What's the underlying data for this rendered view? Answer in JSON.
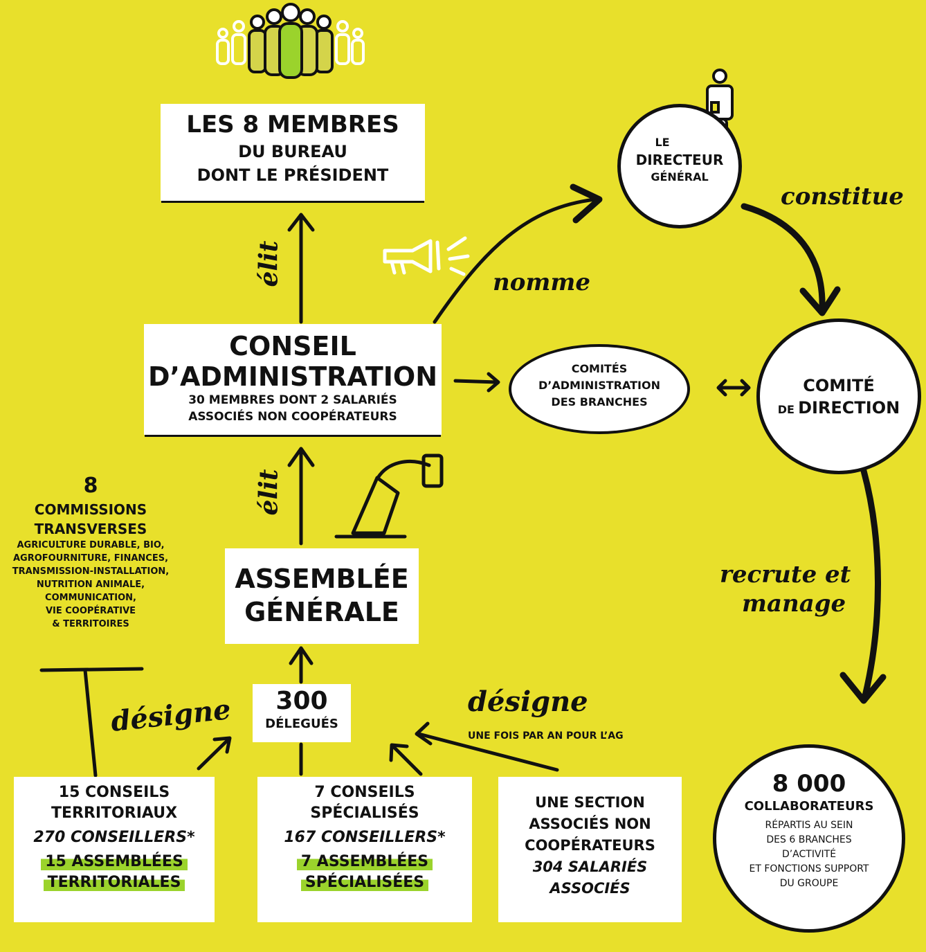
{
  "bureau": {
    "line1": "LES 8 MEMBRES",
    "line2": "DU BUREAU",
    "line3": "DONT LE PRÉSIDENT"
  },
  "ca": {
    "title1": "CONSEIL",
    "title2": "D’ADMINISTRATION",
    "sub1": "30 MEMBRES DONT 2 SALARIÉS",
    "sub2": "ASSOCIÉS NON COOPÉRATEURS"
  },
  "ag": {
    "line1": "ASSEMBLÉE",
    "line2": "GÉNÉRALE"
  },
  "delegues": {
    "count": "300",
    "label": "DÉLEGUÉS"
  },
  "commissions": {
    "count": "8",
    "title1": "COMMISSIONS",
    "title2": "TRANSVERSES",
    "items": [
      "AGRICULTURE DURABLE, BIO,",
      "AGROFOURNITURE, FINANCES,",
      "TRANSMISSION-INSTALLATION,",
      "NUTRITION ANIMALE,",
      "COMMUNICATION,",
      "VIE COOPÉRATIVE",
      "& TERRITOIRES"
    ]
  },
  "territoriaux": {
    "line1": "15 CONSEILS",
    "line2": "TERRITORIAUX",
    "conseillers": "270 CONSEILLERS*",
    "hl1": "15 ASSEMBLÉES",
    "hl2": "TERRITORIALES"
  },
  "specialises": {
    "line1": "7 CONSEILS",
    "line2": "SPÉCIALISÉS",
    "conseillers": "167 CONSEILLERS*",
    "hl1": "7 ASSEMBLÉES",
    "hl2": "SPÉCIALISÉES"
  },
  "section": {
    "line1": "UNE SECTION",
    "line2": "ASSOCIÉS NON",
    "line3": "COOPÉRATEURS",
    "line4": "304 SALARIÉS",
    "line5": "ASSOCIÉS"
  },
  "directeur": {
    "line1": "LE",
    "line2": "DIRECTEUR",
    "line3": "GÉNÉRAL"
  },
  "comites_branches": {
    "line1": "COMITÉS",
    "line2": "D’ADMINISTRATION",
    "line3": "DES BRANCHES"
  },
  "comite_direction": {
    "line1": "COMITÉ",
    "prefix": "DE",
    "line2": "DIRECTION"
  },
  "collaborateurs": {
    "count": "8 000",
    "label": "COLLABORATEURS",
    "d1": "RÉPARTIS AU SEIN",
    "d2": "DES 6 BRANCHES",
    "d3": "D’ACTIVITÉ",
    "d4": "ET FONCTIONS SUPPORT",
    "d5": "DU GROUPE"
  },
  "verbs": {
    "elit_top": "élit",
    "elit_bottom": "élit",
    "nomme": "nomme",
    "constitue": "constitue",
    "recrute1": "recrute et",
    "recrute2": "manage",
    "designe_left": "désigne",
    "designe_right": "désigne",
    "designe_right_sub": "UNE FOIS PAR AN POUR L’AG"
  },
  "colors": {
    "background": "#e8e02b",
    "highlight": "#9bd32c",
    "ink": "#111111",
    "accent_green": "#8cc63f"
  }
}
